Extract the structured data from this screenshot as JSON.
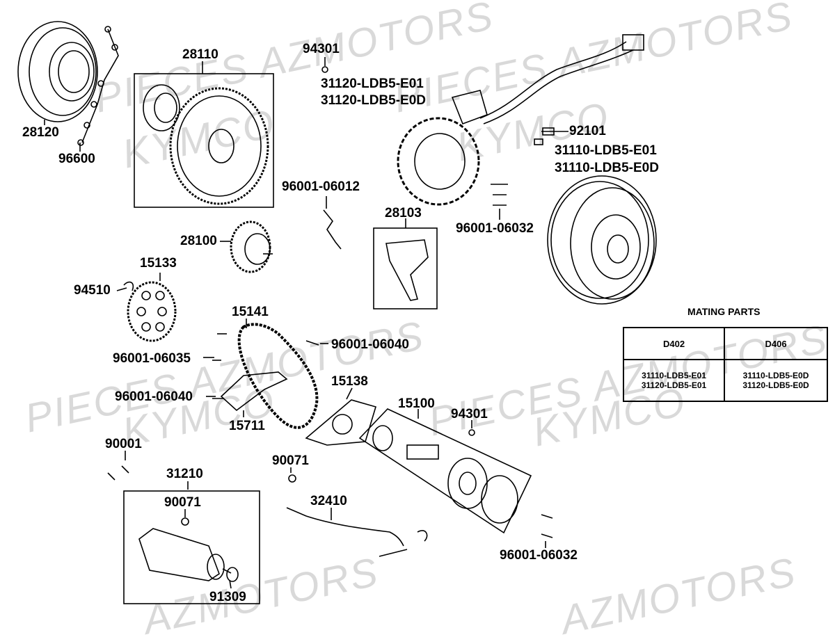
{
  "watermarks": [
    {
      "text": "PIECES AZMOTORS"
    },
    {
      "text": "KYMCO"
    },
    {
      "text": "PIECES AZMOTORS"
    },
    {
      "text": "KYMCO"
    },
    {
      "text": "PIECES AZMOTORS"
    },
    {
      "text": "KYMCO"
    },
    {
      "text": "PIECES AZMOTORS"
    },
    {
      "text": "KYMCO"
    },
    {
      "text": "AZMOTORS"
    },
    {
      "text": "AZMOTORS"
    }
  ],
  "labels": {
    "p28110": "28110",
    "p28120": "28120",
    "p96600": "96600",
    "p94301a": "94301",
    "p31120e01": "31120-LDB5-E01",
    "p31120e0d": "31120-LDB5-E0D",
    "p92101": "92101",
    "p31110e01": "31110-LDB5-E01",
    "p31110e0d": "31110-LDB5-E0D",
    "p96001_06012": "96001-06012",
    "p28103": "28103",
    "p96001_06032a": "96001-06032",
    "p28100": "28100",
    "p15133": "15133",
    "p94510": "94510",
    "p15141": "15141",
    "p96001_06040a": "96001-06040",
    "p96001_06035": "96001-06035",
    "p15138": "15138",
    "p96001_06040b": "96001-06040",
    "p15711": "15711",
    "p15100": "15100",
    "p94301b": "94301",
    "p90001": "90001",
    "p90071a": "90071",
    "p31210": "31210",
    "p90071b": "90071",
    "p32410": "32410",
    "p96001_06032b": "96001-06032",
    "p91309": "91309"
  },
  "mating": {
    "title": "MATING PARTS",
    "headers": [
      "D402",
      "D406"
    ],
    "d402": [
      "31110-LDB5-E01",
      "31120-LDB5-E01"
    ],
    "d406": [
      "31110-LDB5-E0D",
      "31120-LDB5-E0D"
    ]
  }
}
